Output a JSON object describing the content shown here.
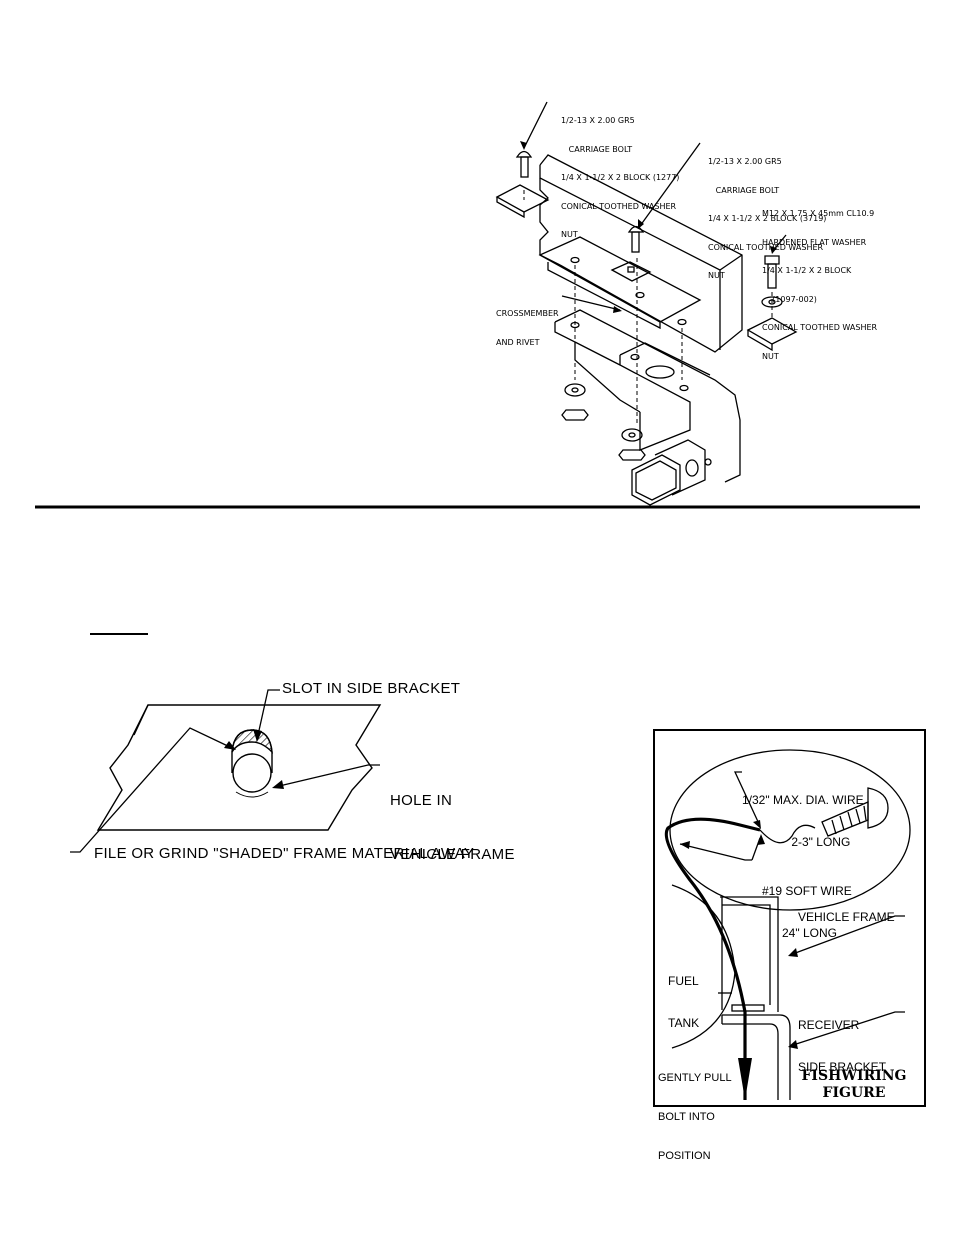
{
  "exploded_view": {
    "callout_1": [
      "1/2-13 X 2.00 GR5",
      "   CARRIAGE BOLT",
      "1/4 X 1-1/2 X 2 BLOCK (1277)",
      "CONICAL TOOTHED WASHER",
      "NUT"
    ],
    "callout_2": [
      "1/2-13 X 2.00 GR5",
      "   CARRIAGE BOLT",
      "1/4 X 1-1/2 X 2 BLOCK (3719)",
      "CONICAL TOOTHED WASHER",
      "NUT"
    ],
    "callout_3": [
      "M12 X 1.75 X 45mm CL10.9",
      "HARDENED FLAT WASHER",
      "1/4 X 1-1/2 X 2 BLOCK",
      "    (1097-002)",
      "CONICAL TOOTHED WASHER",
      "NUT"
    ],
    "crossmember": [
      "CROSSMEMBER",
      "AND RIVET"
    ]
  },
  "slot_detail": {
    "slot_label": "SLOT IN SIDE BRACKET",
    "hole_label": [
      "HOLE IN",
      "VEHICLE FRAME"
    ],
    "file_label": "FILE OR GRIND \"SHADED\" FRAME MATERIAL AWAY"
  },
  "fishwiring": {
    "wire_label": [
      "1/32\" MAX. DIA. WIRE",
      "2-3\" LONG"
    ],
    "soft_wire_label": [
      "#19 SOFT WIRE",
      "24\" LONG"
    ],
    "vehicle_frame": "VEHICLE FRAME",
    "fuel_tank": [
      "FUEL",
      "TANK"
    ],
    "receiver": [
      "RECEIVER",
      "SIDE BRACKET"
    ],
    "pull_label": [
      "GENTLY PULL",
      "BOLT INTO",
      "POSITION"
    ],
    "title": [
      "FISHWIRING",
      "FIGURE"
    ]
  }
}
